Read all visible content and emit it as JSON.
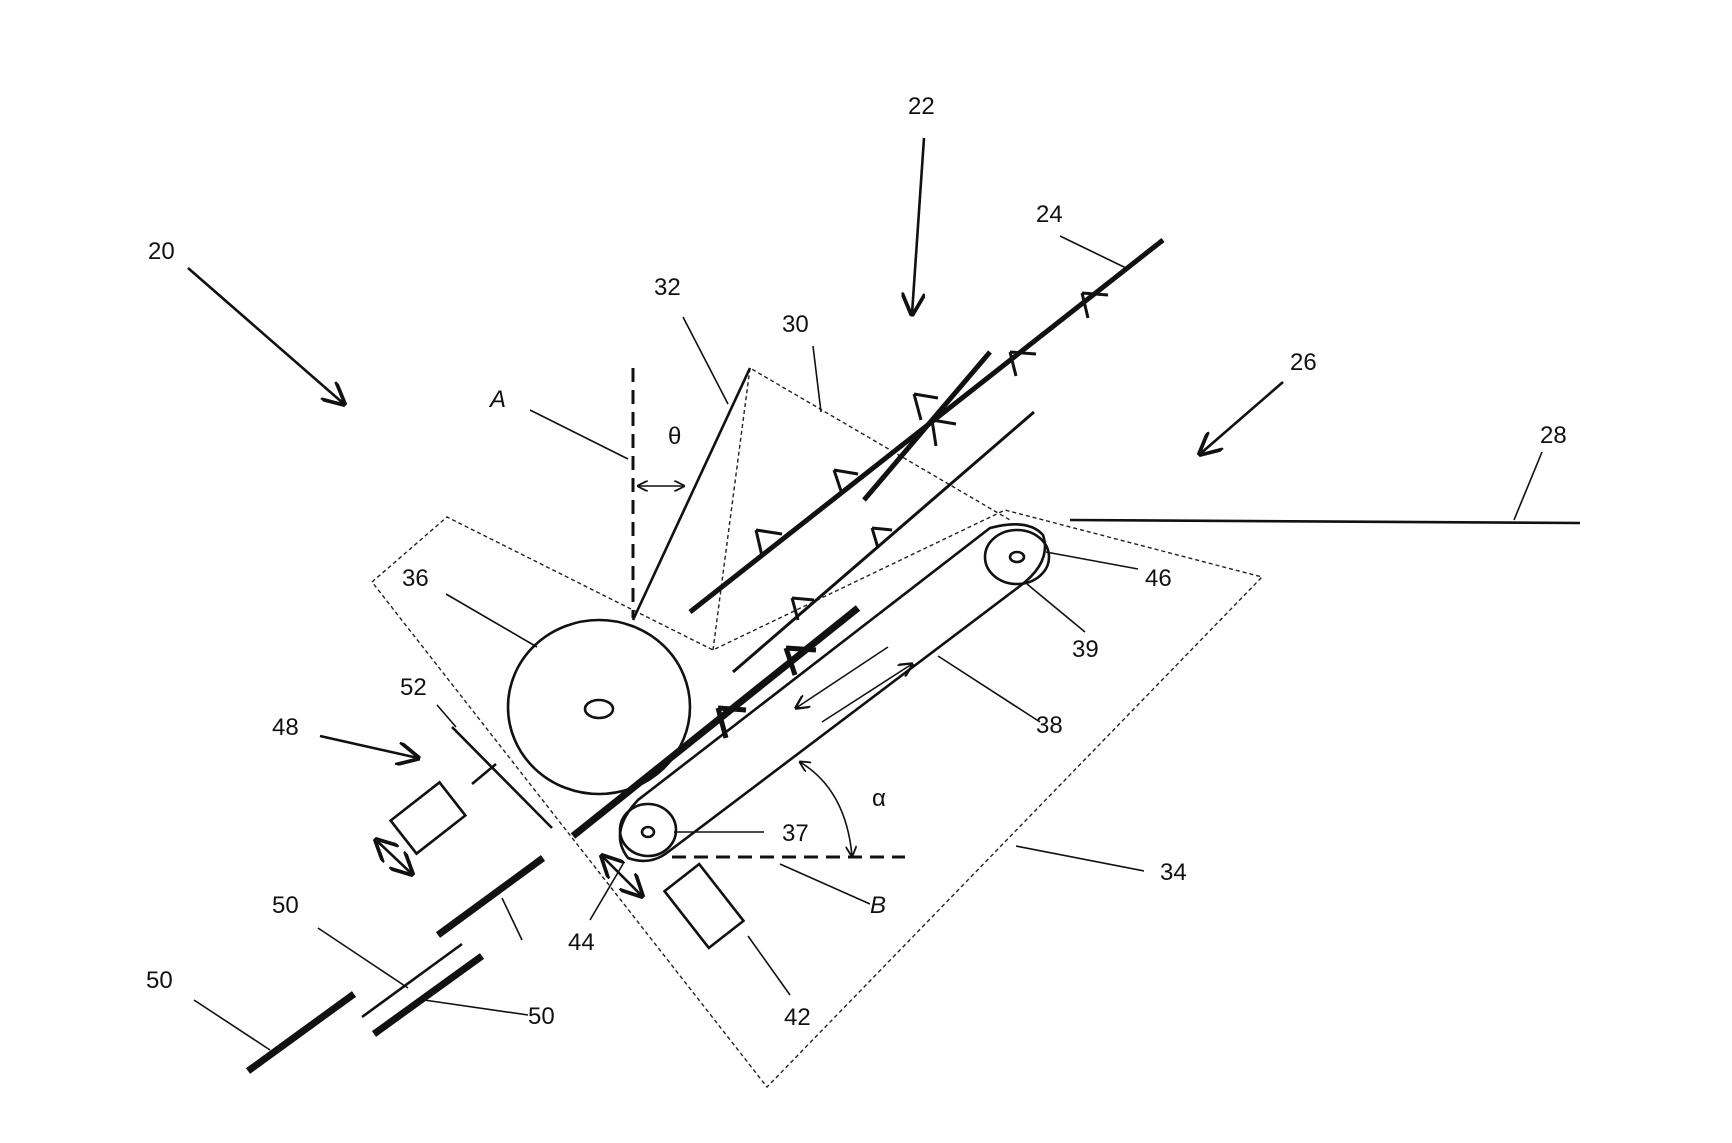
{
  "figure": {
    "labels": {
      "l20": "20",
      "l22": "22",
      "l24": "24",
      "l26": "26",
      "l28": "28",
      "l30": "30",
      "l32": "32",
      "lA": "A",
      "ltheta": "θ",
      "l36": "36",
      "l46": "46",
      "l39": "39",
      "l38": "38",
      "l52": "52",
      "l48": "48",
      "lalpha": "α",
      "l37": "37",
      "l34": "34",
      "lB": "B",
      "l50a": "50",
      "l50b": "50",
      "l50c": "50",
      "l44": "44",
      "l42": "42"
    }
  }
}
